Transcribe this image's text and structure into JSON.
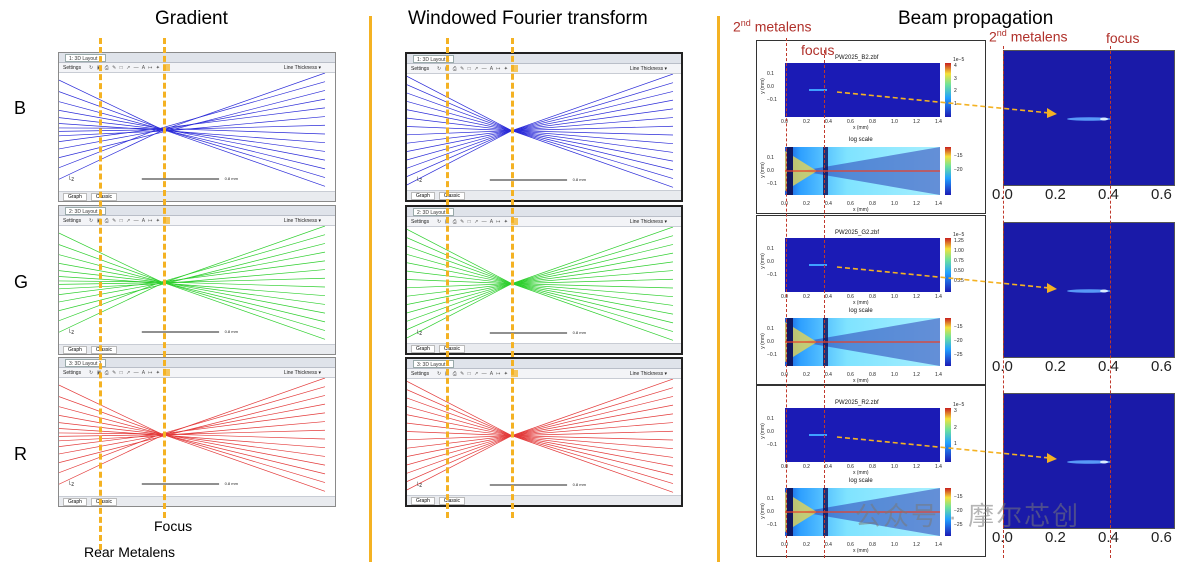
{
  "titles": {
    "gradient": "Gradient",
    "wft": "Windowed Fourier transform",
    "beam": "Beam propagation"
  },
  "rows": [
    "B",
    "G",
    "R"
  ],
  "colors": {
    "B": "#2b2bd8",
    "G": "#2ecf2e",
    "R": "#e33a3a",
    "accent": "#f4b223",
    "anno": "#b0302a"
  },
  "zemax": {
    "tabs": [
      "1: 3D Layout 1",
      "2: 3D Layout 1",
      "3: 3D Layout 1"
    ],
    "settings": "Settings",
    "line_thickness": "Line Thickness ▾",
    "graph_tab": "Graph",
    "classic_tab": "Classic",
    "scale": "0.8 mm"
  },
  "labels": {
    "focus": "Focus",
    "rear_metalens": "Rear Metalens",
    "second_metalens_sup": "nd",
    "second_metalens_num": "2",
    "second_metalens_text": " metalens",
    "focus_lower": "focus"
  },
  "beam_panels": [
    {
      "file": "PW2025_B2.zbf",
      "exp": "1e−5",
      "cb_top": [
        "4",
        "3",
        "2",
        "1"
      ],
      "cb_bot": [
        "−15",
        "−20"
      ]
    },
    {
      "file": "PW2025_G2.zbf",
      "exp": "1e−5",
      "cb_top": [
        "1.25",
        "1.00",
        "0.75",
        "0.50",
        "0.25"
      ],
      "cb_bot": [
        "−15",
        "−20",
        "−25"
      ]
    },
    {
      "file": "PW2025_R2.zbf",
      "exp": "1e−5",
      "cb_top": [
        "3",
        "2",
        "1"
      ],
      "cb_bot": [
        "−15",
        "−20",
        "−25"
      ]
    }
  ],
  "beam_axes": {
    "log_scale": "log scale",
    "xlabel": "x (mm)",
    "ylabel": "y (mm)",
    "xticks": [
      "0.0",
      "0.2",
      "0.4",
      "0.6",
      "0.8",
      "1.0",
      "1.2",
      "1.4"
    ],
    "yticks_top": [
      "0.1",
      "0.0",
      "−0.1"
    ],
    "yticks_bot": [
      "0.1",
      "0.0",
      "−0.1"
    ]
  },
  "zoom_axes": {
    "xticks": [
      "0.0",
      "0.2",
      "0.4",
      "0.6"
    ]
  },
  "watermark": "公众号 · 摩尔芯创"
}
